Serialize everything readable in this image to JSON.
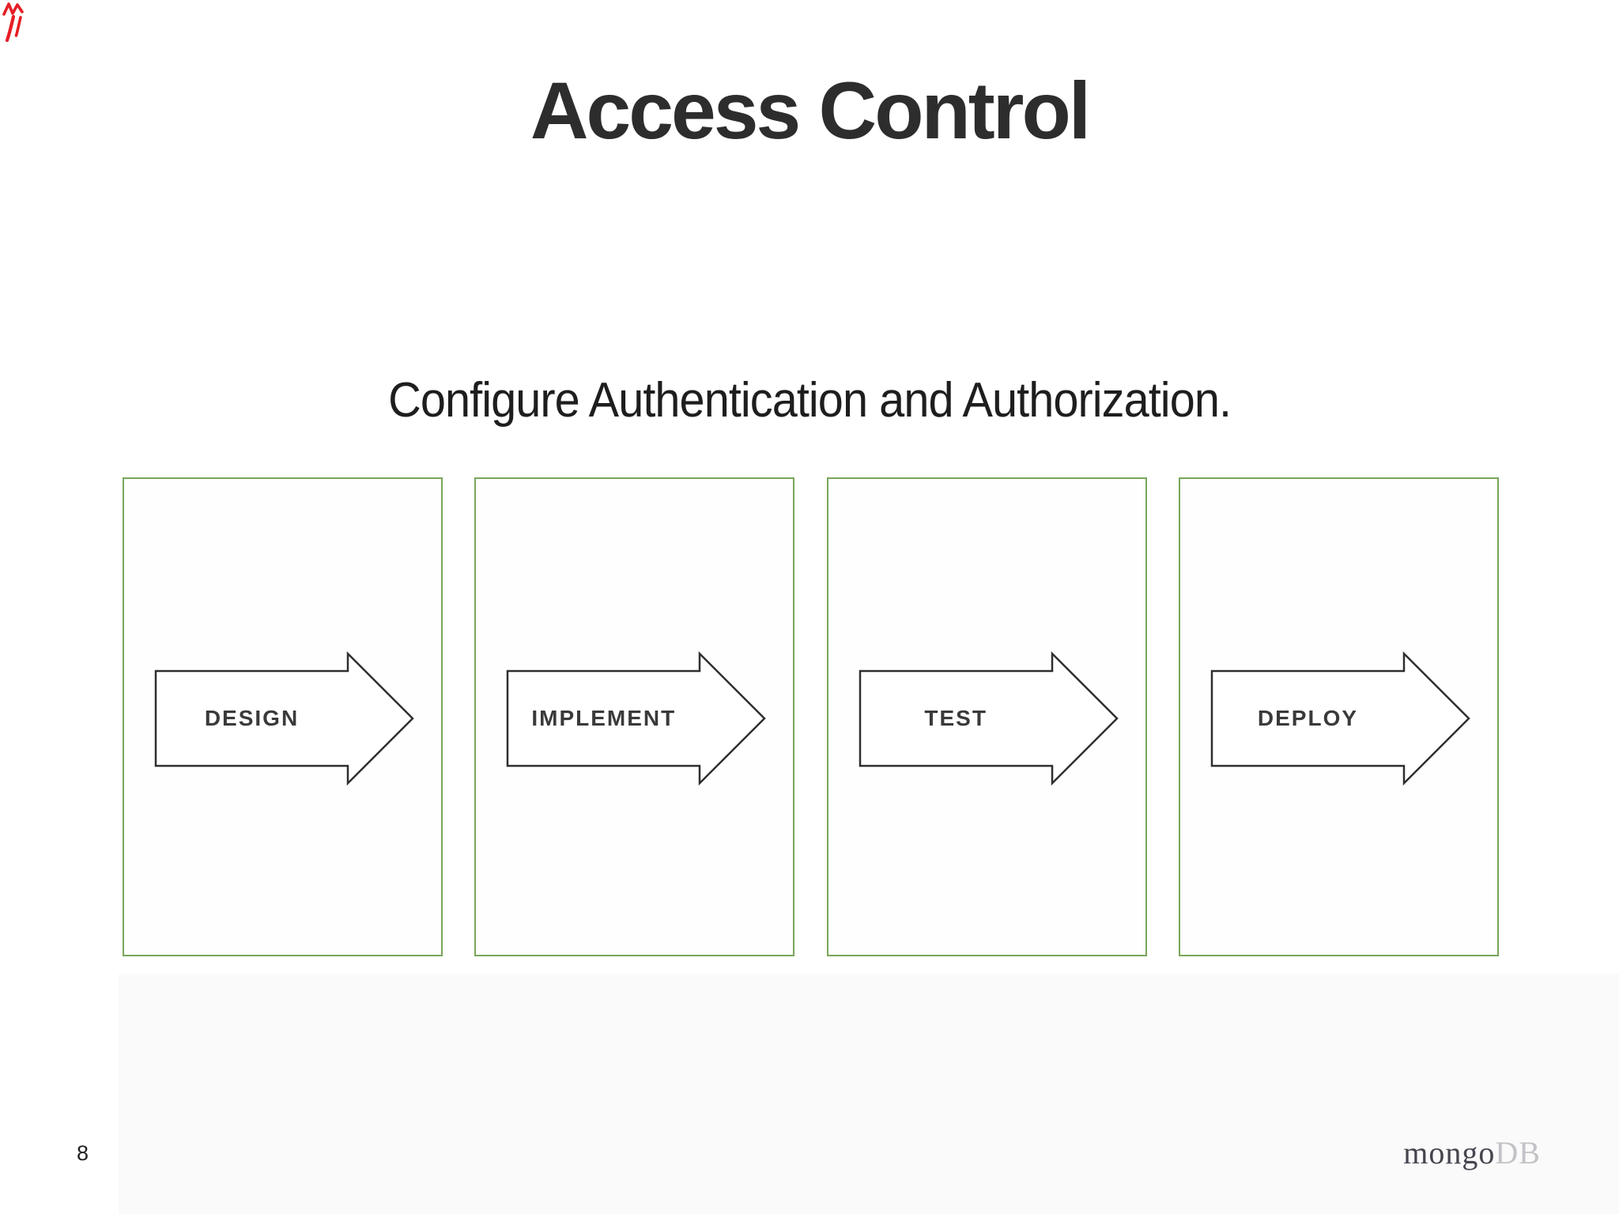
{
  "slide": {
    "title": "Access Control",
    "subtitle": "Configure Authentication and Authorization.",
    "page_number": "8",
    "process_steps": [
      {
        "label": "DESIGN"
      },
      {
        "label": "IMPLEMENT"
      },
      {
        "label": "TEST"
      },
      {
        "label": "DEPLOY"
      }
    ],
    "logo": {
      "primary": "mongo",
      "secondary": "DB"
    },
    "annotation": {
      "description": "red pen scribble mark",
      "color": "#e51e25"
    },
    "colors": {
      "box_border_green": "#79a65a",
      "arrow_outline": "#2f2f2f",
      "title_text": "#2d2d2d",
      "logo_primary": "#45454e",
      "logo_secondary": "#c3c3c7",
      "footer_band": "#fafafa"
    }
  }
}
